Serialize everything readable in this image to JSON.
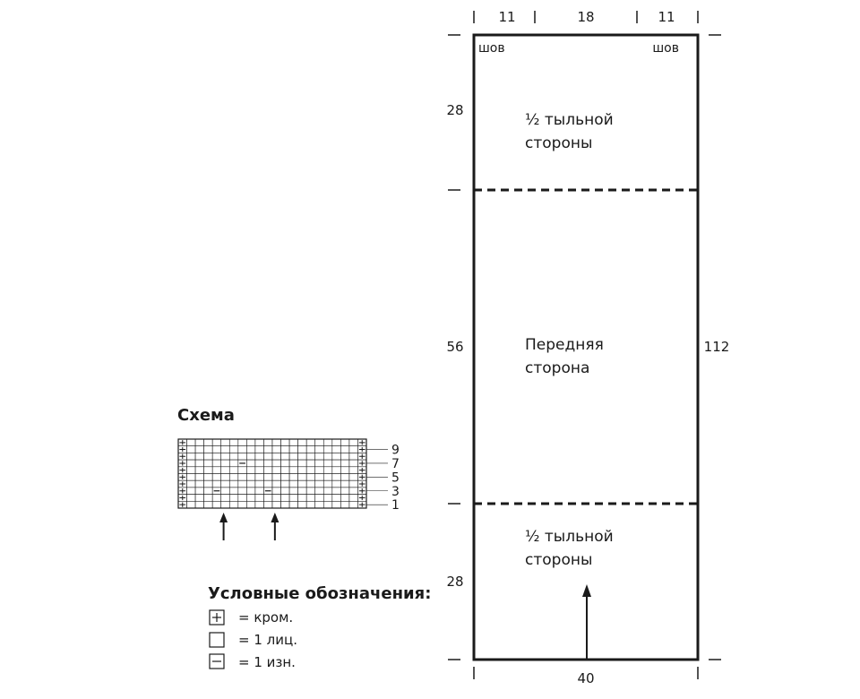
{
  "schema_title": "Схема",
  "legend": {
    "title": "Условные обозначения:",
    "items": [
      {
        "symbol": "edge-stitch-icon",
        "label": "= кром."
      },
      {
        "symbol": "knit-stitch-icon",
        "label": "= 1 лиц."
      },
      {
        "symbol": "purl-stitch-icon",
        "label": "= 1 изн."
      }
    ]
  },
  "chart": {
    "cols": 22,
    "rows": 10,
    "edge_cols": [
      0,
      21
    ],
    "purl_cells": [
      {
        "row": 7,
        "col": 4
      },
      {
        "row": 7,
        "col": 10
      },
      {
        "row": 3,
        "col": 7
      }
    ],
    "row_labels": [
      "9",
      "7",
      "5",
      "3",
      "1"
    ],
    "repeat_arrows_at_cols": [
      5,
      11
    ]
  },
  "pattern": {
    "top_dimensions": [
      "11",
      "18",
      "11"
    ],
    "seam_labels": [
      "шов",
      "шов"
    ],
    "left_dimensions": [
      "28",
      "56",
      "28"
    ],
    "right_dimension": "112",
    "bottom_dimension": "40",
    "sections": [
      {
        "lines": [
          "½ тыльной",
          "стороны"
        ]
      },
      {
        "lines": [
          "Передняя",
          "сторона"
        ]
      },
      {
        "lines": [
          "½ тыльной",
          "стороны"
        ]
      }
    ]
  }
}
